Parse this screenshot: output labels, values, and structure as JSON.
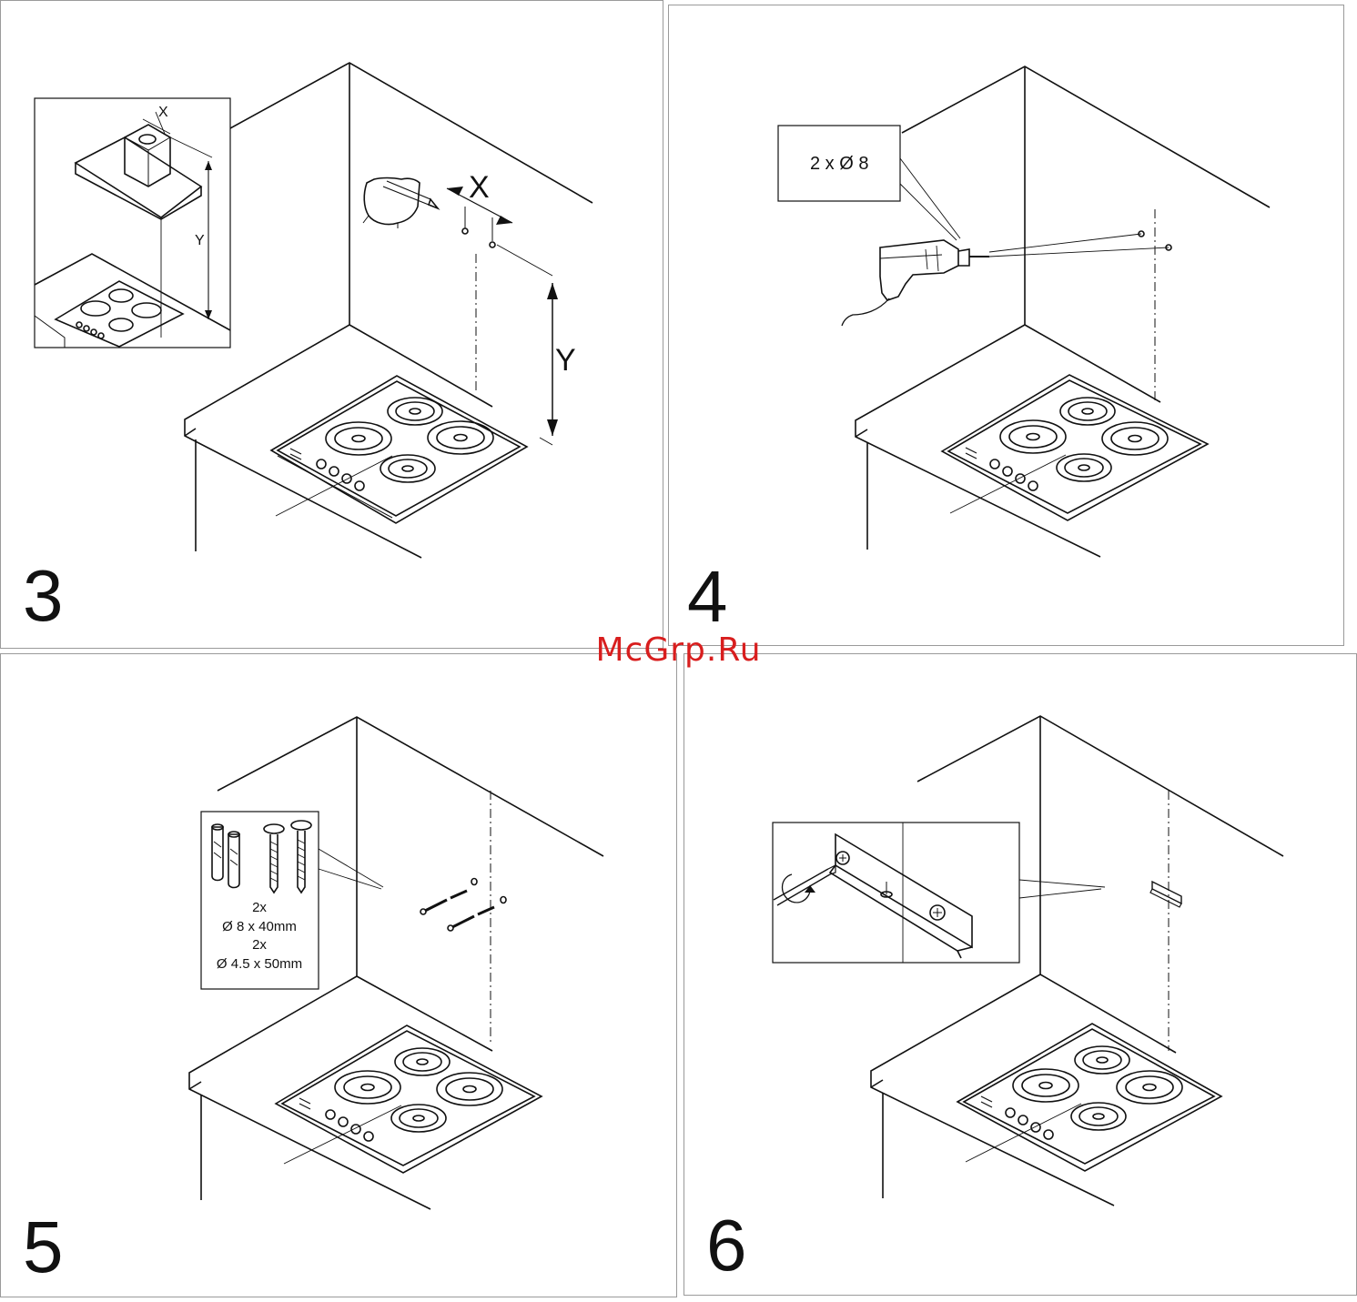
{
  "watermark": "McGrp.Ru",
  "panels": [
    {
      "step": "3",
      "inset_x": "X",
      "inset_y": "Y",
      "dim_x": "X",
      "dim_y": "Y"
    },
    {
      "step": "4",
      "drill_label": "2 x Ø 8"
    },
    {
      "step": "5",
      "parts": [
        "2x",
        "Ø 8 x 40mm",
        "2x",
        "Ø 4.5 x 50mm"
      ]
    },
    {
      "step": "6"
    }
  ],
  "colors": {
    "line": "#111111",
    "frame": "#9a9a9a",
    "watermark": "#d81e1e"
  }
}
